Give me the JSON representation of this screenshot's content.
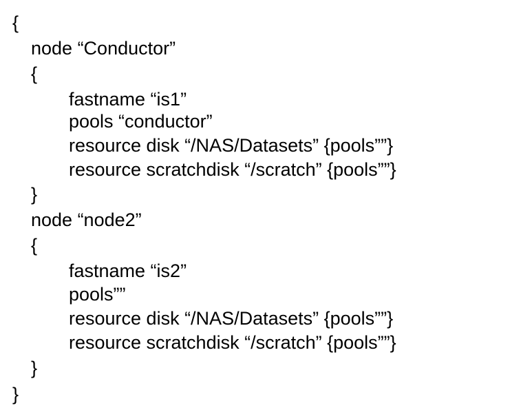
{
  "document": {
    "lines": [
      "{",
      "node “Conductor”",
      "{",
      "fastname “is1”",
      "pools “conductor”",
      "resource disk “/NAS/Datasets” {pools””}",
      "resource scratchdisk “/scratch” {pools””}",
      "}",
      "node “node2”",
      "{",
      "fastname “is2”",
      "pools””",
      "resource disk “/NAS/Datasets” {pools””}",
      "resource scratchdisk “/scratch” {pools””}",
      "}",
      "}"
    ]
  }
}
